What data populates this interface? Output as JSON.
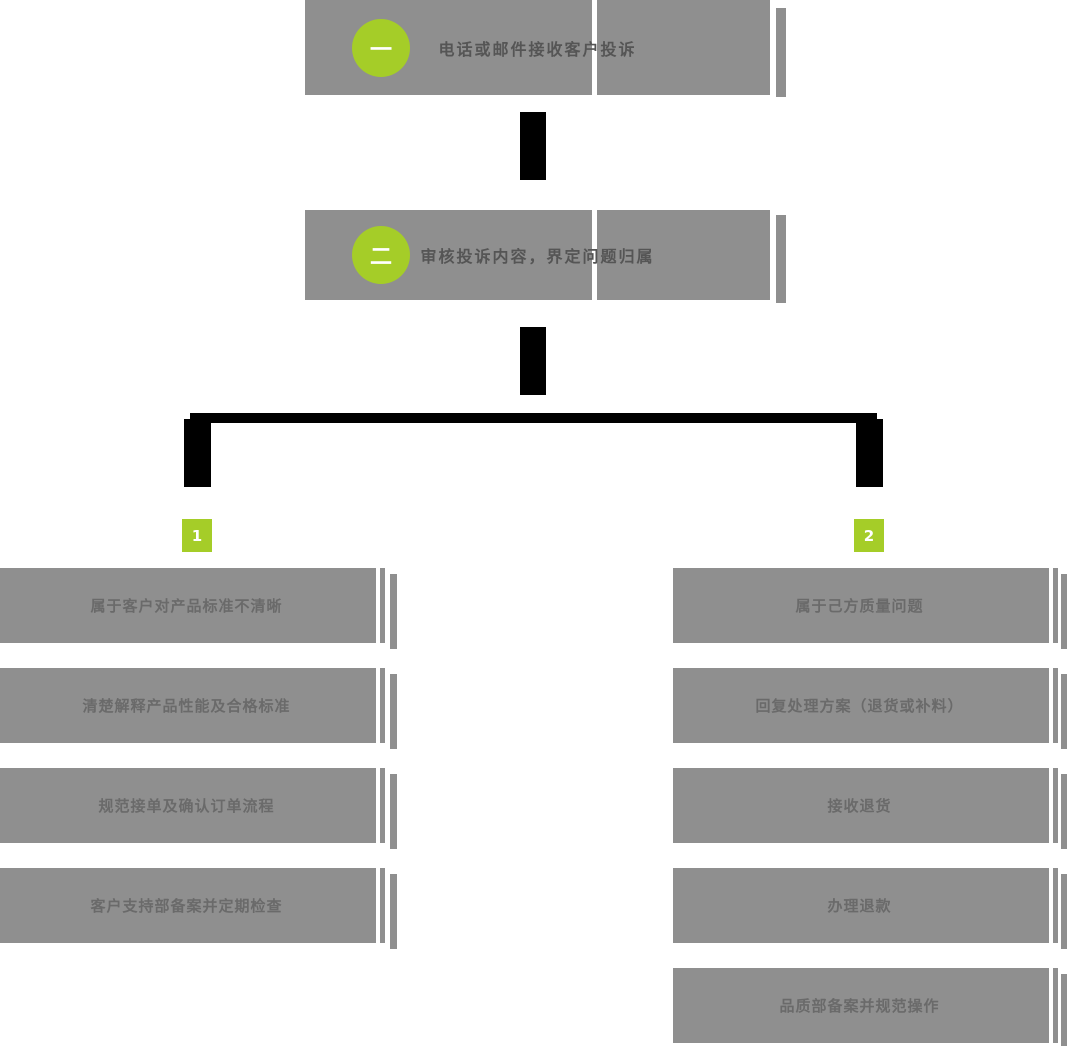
{
  "colors": {
    "box_gray": "#8f8f8f",
    "accent_green": "#a5cd28",
    "connector_black": "#000000",
    "step_text": "#555555",
    "item_text": "#6a6a6a"
  },
  "steps": [
    {
      "badge": "一",
      "label": "电话或邮件接收客户投诉"
    },
    {
      "badge": "二",
      "label": "审核投诉内容，界定问题归属"
    }
  ],
  "branches": [
    {
      "number": "1",
      "items": [
        {
          "label": "属于客户对产品标准不清晰"
        },
        {
          "label": "清楚解释产品性能及合格标准"
        },
        {
          "label": "规范接单及确认订单流程"
        },
        {
          "label": "客户支持部备案并定期检查"
        }
      ]
    },
    {
      "number": "2",
      "items": [
        {
          "label": "属于己方质量问题"
        },
        {
          "label": "回复处理方案（退货或补料）"
        },
        {
          "label": "接收退货"
        },
        {
          "label": "办理退款"
        },
        {
          "label": "品质部备案并规范操作"
        }
      ]
    }
  ]
}
